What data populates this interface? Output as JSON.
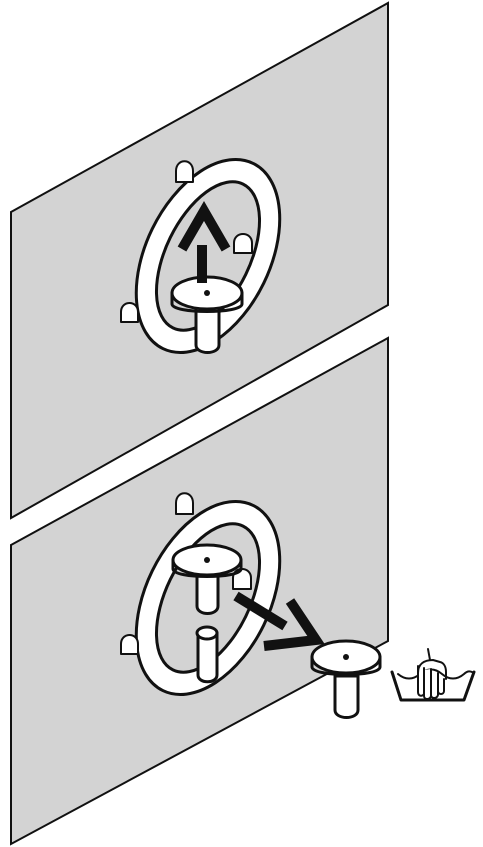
{
  "diagram": {
    "panel_fill": "#d3d3d3",
    "stroke_color": "#111111",
    "part_fill": "#ffffff",
    "icons": [
      "wall-panel",
      "ring-handle",
      "knob",
      "up-arrow",
      "diagonal-arrow",
      "hand-wash-icon"
    ]
  }
}
